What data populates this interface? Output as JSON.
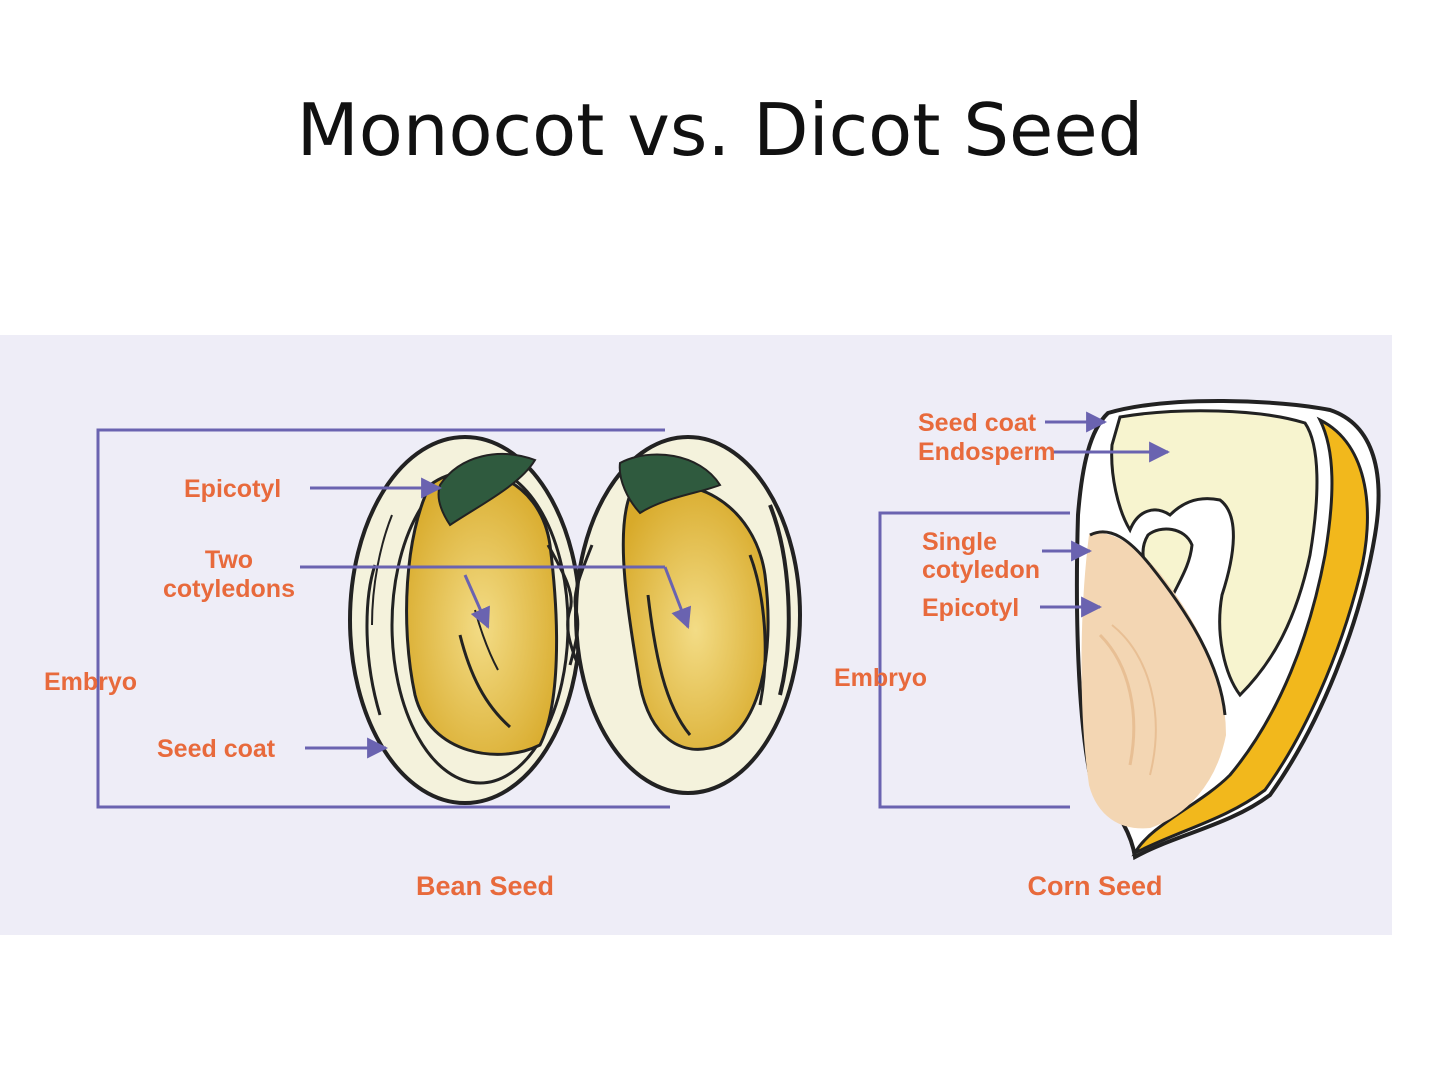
{
  "title": "Monocot vs. Dicot Seed",
  "colors": {
    "label": "#e86a3c",
    "arrow": "#6a63b0",
    "bracket": "#6a63b0",
    "background_panel": "#eeedf7",
    "cotyledon_yellow": "#e8c64a",
    "epicotyl_green": "#2f5a3e",
    "corn_hull": "#f2b81c",
    "endosperm": "#f7f4cf",
    "corn_embryo": "#f3d6b3"
  },
  "bean_seed": {
    "caption": "Bean Seed",
    "labels": {
      "epicotyl": "Epicotyl",
      "two_line1": "Two",
      "two_line2": "cotyledons",
      "embryo": "Embryo",
      "seed_coat": "Seed coat"
    }
  },
  "corn_seed": {
    "caption": "Corn Seed",
    "labels": {
      "seed_coat": "Seed coat",
      "endosperm": "Endosperm",
      "single_line1": "Single",
      "single_line2": "cotyledon",
      "epicotyl": "Epicotyl",
      "embryo": "Embryo"
    }
  }
}
